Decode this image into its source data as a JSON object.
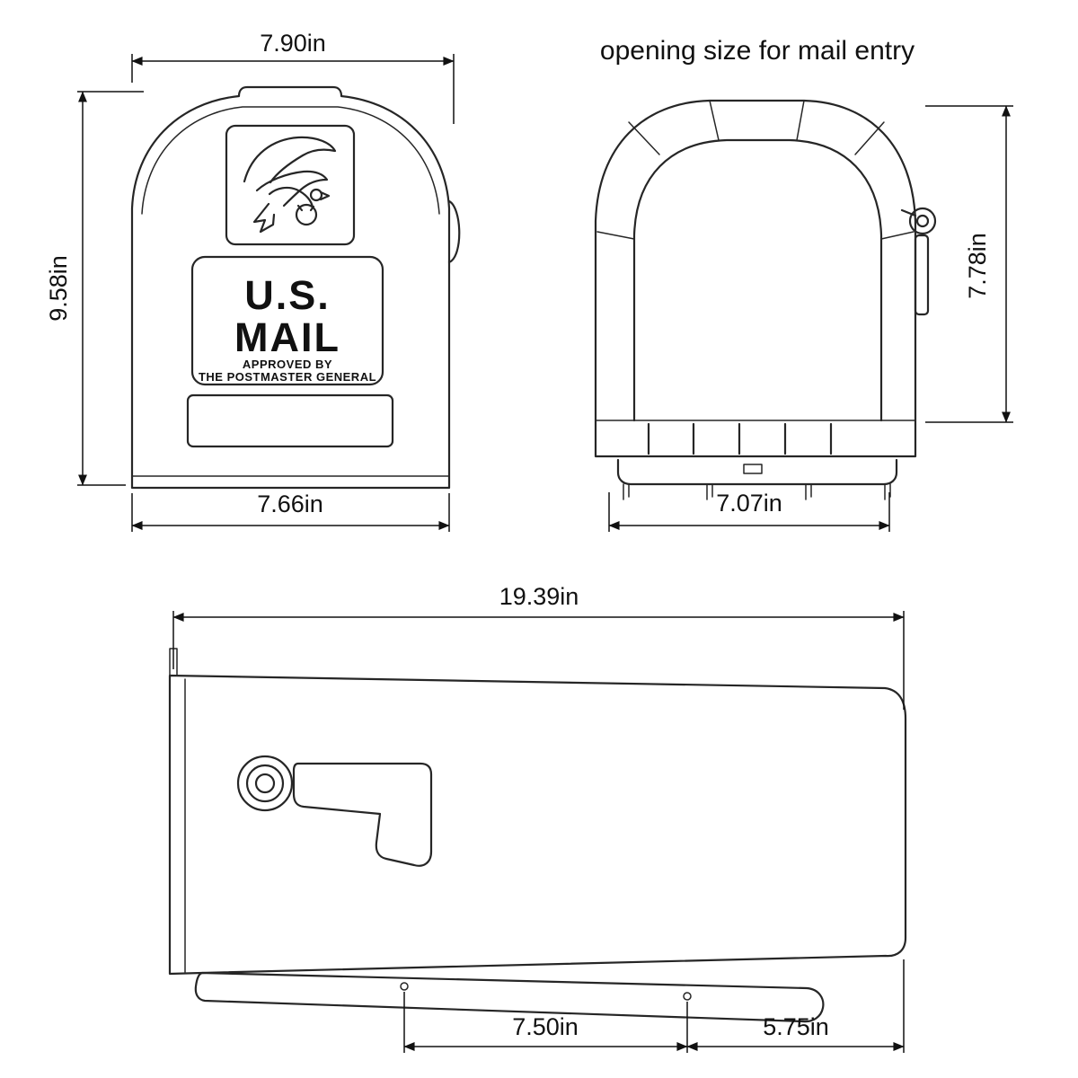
{
  "colors": {
    "background": "#ffffff",
    "line": "#262626",
    "text": "#111111"
  },
  "front_view": {
    "dim_top_width": "7.90in",
    "dim_height": "9.58in",
    "dim_bottom_width": "7.66in",
    "emblem_icon": "eagle-icon",
    "label_line1": "U.S.",
    "label_line2": "MAIL",
    "approved_line1": "APPROVED BY",
    "approved_line2": "THE POSTMASTER GENERAL"
  },
  "opening_view": {
    "title": "opening size for mail entry",
    "dim_height": "7.78in",
    "dim_width": "7.07in"
  },
  "side_view": {
    "dim_length": "19.39in",
    "dim_hole_spacing": "7.50in",
    "dim_hole_to_front": "5.75in"
  }
}
